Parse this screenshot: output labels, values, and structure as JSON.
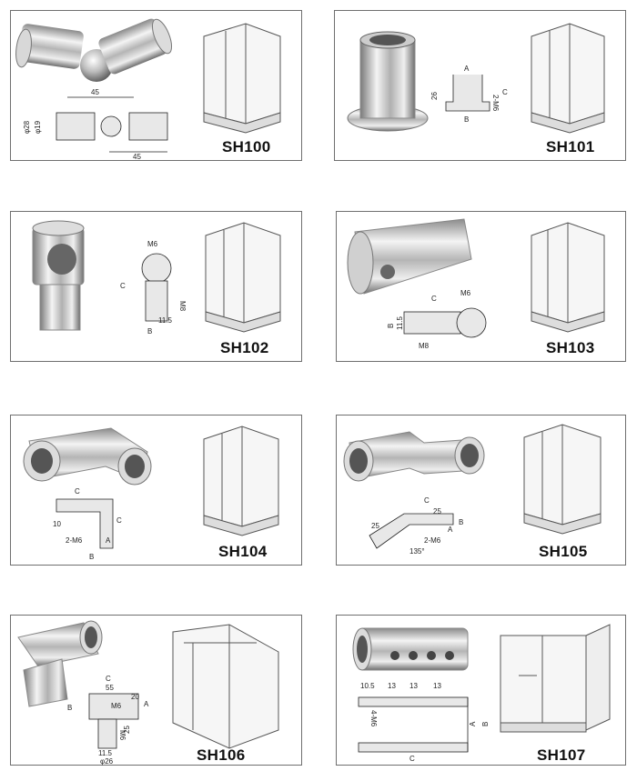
{
  "products": [
    {
      "code": "SH100",
      "dims": [
        "45",
        "45",
        "φ28",
        "φ19"
      ]
    },
    {
      "code": "SH101",
      "dims": [
        "A",
        "B",
        "C",
        "26",
        "2-M6"
      ]
    },
    {
      "code": "SH102",
      "dims": [
        "M6",
        "C",
        "M8",
        "B",
        "11.5"
      ]
    },
    {
      "code": "SH103",
      "dims": [
        "C",
        "M6",
        "M8",
        "B",
        "11.5"
      ]
    },
    {
      "code": "SH104",
      "dims": [
        "C",
        "C",
        "10",
        "2-M6",
        "A",
        "B"
      ]
    },
    {
      "code": "SH105",
      "dims": [
        "C",
        "25",
        "25",
        "135°",
        "2-M6",
        "A",
        "B"
      ]
    },
    {
      "code": "SH106",
      "dims": [
        "C",
        "55",
        "20",
        "M6",
        "B",
        "A",
        "M6",
        "25",
        "11.5",
        "φ26"
      ]
    },
    {
      "code": "SH107",
      "dims": [
        "10.5",
        "13",
        "13",
        "13",
        "4-M6",
        "A",
        "B",
        "C"
      ]
    }
  ],
  "colors": {
    "border": "#6f6f6f",
    "chrome_dark": "#7a7a7a",
    "chrome_light": "#f2f2f2",
    "line": "#222222"
  }
}
